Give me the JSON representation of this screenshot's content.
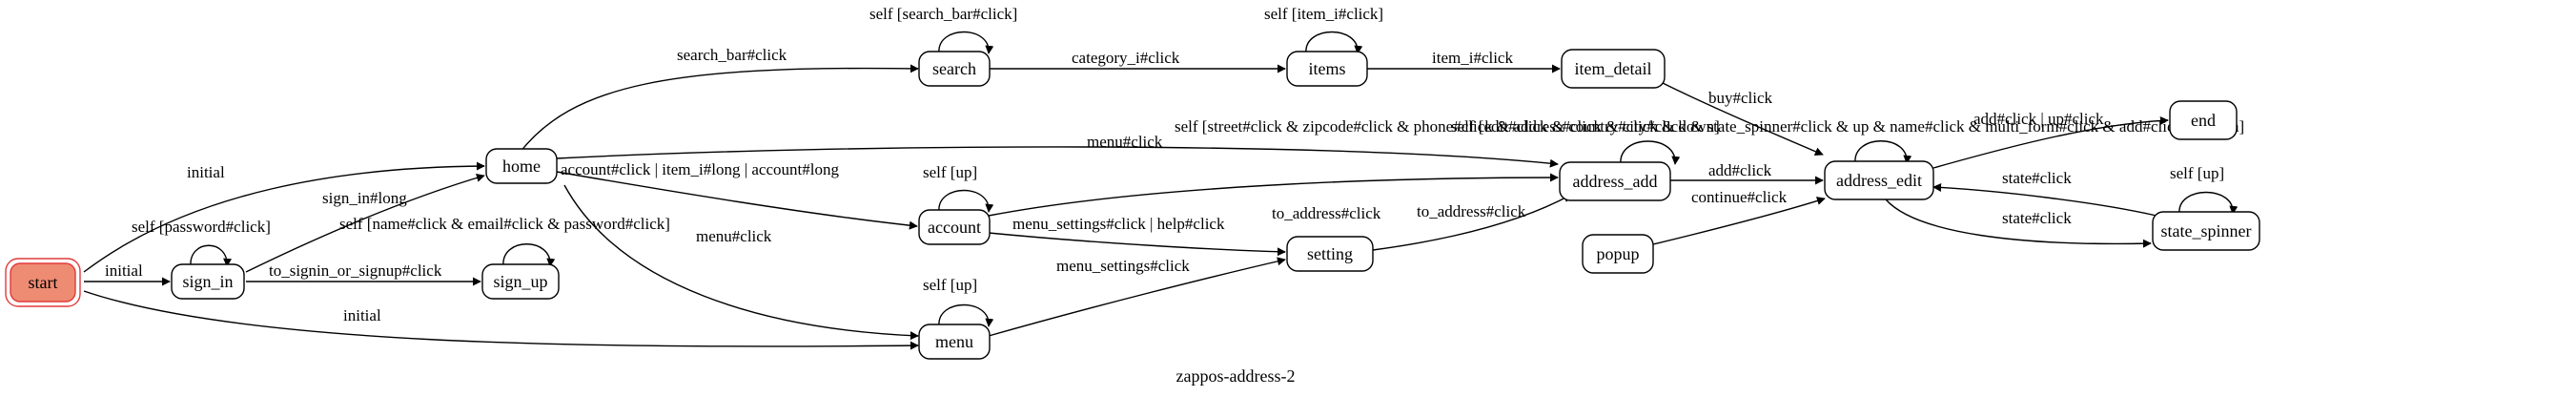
{
  "title": "zappos-address-2",
  "colors": {
    "start_fill": "#ee8b73",
    "start_border": "#e23a3a",
    "node_fill": "#ffffff",
    "edge": "#000000"
  },
  "nodes": {
    "start": "start",
    "sign_in": "sign_in",
    "sign_up": "sign_up",
    "home": "home",
    "search": "search",
    "items": "items",
    "item_detail": "item_detail",
    "account": "account",
    "setting": "setting",
    "menu": "menu",
    "address_add": "address_add",
    "popup": "popup",
    "address_edit": "address_edit",
    "end": "end",
    "state_spinner": "state_spinner"
  },
  "edges": {
    "start_home": "initial",
    "start_signin": "initial",
    "start_menu": "initial",
    "signin_self": "self [password#click]",
    "signin_home": "sign_in#long",
    "signin_signup": "to_signin_or_signup#click",
    "signup_self": "self [name#click & email#click & password#click]",
    "home_search": "search_bar#click",
    "search_self": "self [search_bar#click]",
    "search_items": "category_i#click",
    "items_self": "self [item_i#click]",
    "items_itemdetail": "item_i#click",
    "itemdetail_addressedit": "buy#click",
    "home_addressadd": "menu#click",
    "home_account": "account#click | item_i#long | account#long",
    "home_menu": "menu#click",
    "account_self": "self [up]",
    "account_addressadd": "to_address#click",
    "account_setting": "menu_settings#click | help#click",
    "menu_self": "self [up]",
    "menu_setting": "menu_settings#click",
    "setting_addressadd": "to_address#click",
    "addressadd_self": "self [street#click & zipcode#click & phone#click & address#click & city#click & state_spinner#click & up & name#click & multi_form#click & add#click & down]",
    "addressadd_addressedit": "add#click",
    "popup_addressedit": "continue#click",
    "addressedit_self": "self [edit#click & country#click & down]",
    "addressedit_end": "add#click | up#click",
    "addressedit_statespinner": "state#click",
    "statespinner_addressedit": "state#click",
    "statespinner_self": "self [up]"
  }
}
